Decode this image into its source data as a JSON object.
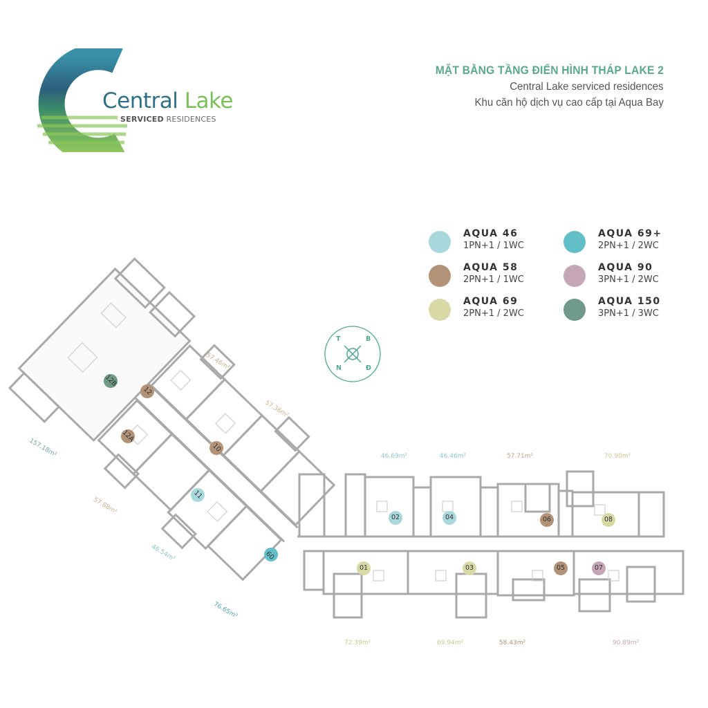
{
  "logo": {
    "name_part1": "Central",
    "name_part2": "Lake",
    "sub_bold": "SERVICED",
    "sub_rest": "RESIDENCES"
  },
  "header": {
    "title": "MẶT BẰNG TẦNG ĐIỂN HÌNH THÁP LAKE 2",
    "subtitle1": "Central Lake serviced residences",
    "subtitle2": "Khu căn hộ dịch vụ cao cấp tại Aqua Bay"
  },
  "legend": [
    {
      "name": "AQUA 46",
      "desc": "1PN+1 / 1WC",
      "color": "#a8d8dc"
    },
    {
      "name": "AQUA 58",
      "desc": "2PN+1 / 1WC",
      "color": "#b29378"
    },
    {
      "name": "AQUA 69",
      "desc": "2PN+1 / 2WC",
      "color": "#d8d9a6"
    },
    {
      "name": "AQUA 69+",
      "desc": "2PN+1 / 2WC",
      "color": "#63bfc7"
    },
    {
      "name": "AQUA 90",
      "desc": "3PN+1 / 2WC",
      "color": "#c5a6b6"
    },
    {
      "name": "AQUA 150",
      "desc": "3PN+1 / 3WC",
      "color": "#6f9988"
    }
  ],
  "compass": {
    "north_west": "T",
    "north_east": "B",
    "south_west": "N",
    "south_east": "Đ"
  },
  "units": [
    {
      "id": "12B",
      "type": "AQUA 150"
    },
    {
      "id": "12",
      "type": "AQUA 58"
    },
    {
      "id": "12A",
      "type": "AQUA 58"
    },
    {
      "id": "10",
      "type": "AQUA 58"
    },
    {
      "id": "11",
      "type": "AQUA 46"
    },
    {
      "id": "09",
      "type": "AQUA 69+"
    },
    {
      "id": "02",
      "type": "AQUA 46"
    },
    {
      "id": "04",
      "type": "AQUA 46"
    },
    {
      "id": "06",
      "type": "AQUA 58"
    },
    {
      "id": "08",
      "type": "AQUA 69"
    },
    {
      "id": "01",
      "type": "AQUA 69"
    },
    {
      "id": "03",
      "type": "AQUA 69"
    },
    {
      "id": "05",
      "type": "AQUA 58"
    },
    {
      "id": "07",
      "type": "AQUA 90"
    }
  ],
  "areas": [
    {
      "label": "57.46m²",
      "color": "#c9b08f"
    },
    {
      "label": "57.36m²",
      "color": "#c9b08f"
    },
    {
      "label": "157.18m²",
      "color": "#6fa39a"
    },
    {
      "label": "57.88m²",
      "color": "#c9b08f"
    },
    {
      "label": "46.54m²",
      "color": "#8fc3cb"
    },
    {
      "label": "76.65m²",
      "color": "#4fa7b5"
    },
    {
      "label": "46.69m²",
      "color": "#8fc3cb"
    },
    {
      "label": "46.46m²",
      "color": "#8fc3cb"
    },
    {
      "label": "57.71m²",
      "color": "#c0a487"
    },
    {
      "label": "70.90m²",
      "color": "#c9c98e"
    },
    {
      "label": "72.39m²",
      "color": "#c9c98e"
    },
    {
      "label": "69.94m²",
      "color": "#c9c98e"
    },
    {
      "label": "58.43m²",
      "color": "#b29378"
    },
    {
      "label": "90.89m²",
      "color": "#c5a6b6"
    }
  ]
}
